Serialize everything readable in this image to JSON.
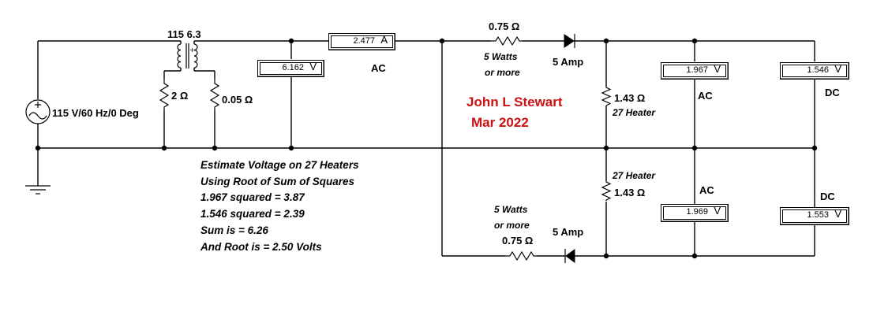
{
  "source": {
    "label": "115 V/60 Hz/0 Deg"
  },
  "transformer": {
    "label": "115 6.3"
  },
  "resistors": {
    "r_2ohm": "2 Ω",
    "r_005ohm": "0.05 Ω",
    "r_top_series": "0.75 Ω",
    "r_top_series_rating1": "5 Watts",
    "r_top_series_rating2": "or more",
    "r_top_heater_value": "1.43 Ω",
    "r_top_heater_name": "27 Heater",
    "r_bot_heater_name": "27 Heater",
    "r_bot_heater_value": "1.43 Ω",
    "r_bot_series_rating1": "5 Watts",
    "r_bot_series_rating2": "or more",
    "r_bot_series": "0.75 Ω"
  },
  "diodes": {
    "top": "5 Amp",
    "bottom": "5 Amp"
  },
  "meters": {
    "ammeter": {
      "value": "2.477",
      "unit": "A"
    },
    "volt_secondary": {
      "value": "6.162",
      "unit": "V"
    },
    "volt_top_ac": {
      "value": "1.967",
      "unit": "V"
    },
    "volt_top_dc": {
      "value": "1.546",
      "unit": "V"
    },
    "volt_bot_ac": {
      "value": "1.969",
      "unit": "V"
    },
    "volt_bot_dc": {
      "value": "1.553",
      "unit": "V"
    }
  },
  "mode_labels": {
    "ammeter": "AC",
    "top_ac": "AC",
    "top_dc": "DC",
    "bot_ac": "AC",
    "bot_dc": "DC"
  },
  "author": {
    "name": "John L Stewart",
    "date": "Mar 2022"
  },
  "notes": [
    "Estimate Voltage on 27 Heaters",
    "Using Root of Sum of Squares",
    "1.967 squared = 3.87",
    "1.546 squared = 2.39",
    "Sum is = 6.26",
    "And Root is = 2.50 Volts"
  ]
}
